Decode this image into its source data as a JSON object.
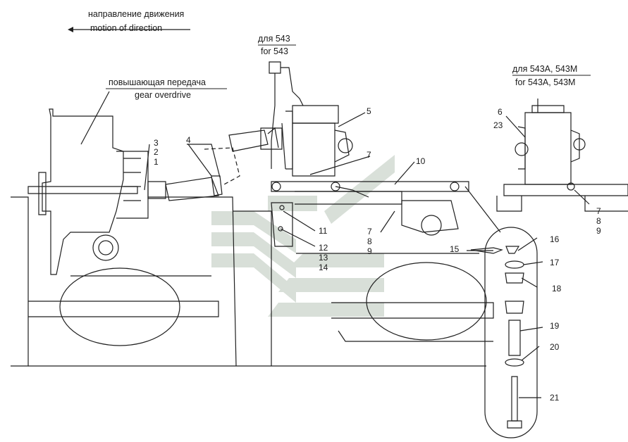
{
  "direction": {
    "ru": "направление движения",
    "en": "motion of direction"
  },
  "variant_543": {
    "ru": "для 543",
    "en": "for 543"
  },
  "variant_543am": {
    "ru": "для 543А, 543М",
    "en": "for 543A, 543M"
  },
  "overdrive": {
    "ru": "повышающая передача",
    "en": "gear overdrive"
  },
  "callouts": [
    "1",
    "2",
    "3",
    "4",
    "5",
    "6",
    "7",
    "8",
    "9",
    "10",
    "11",
    "12",
    "13",
    "14",
    "15",
    "16",
    "17",
    "18",
    "19",
    "20",
    "21",
    "23"
  ],
  "colors": {
    "line": "#1f1f1f",
    "watermark": "#c9d3c9",
    "bg": "#ffffff"
  }
}
